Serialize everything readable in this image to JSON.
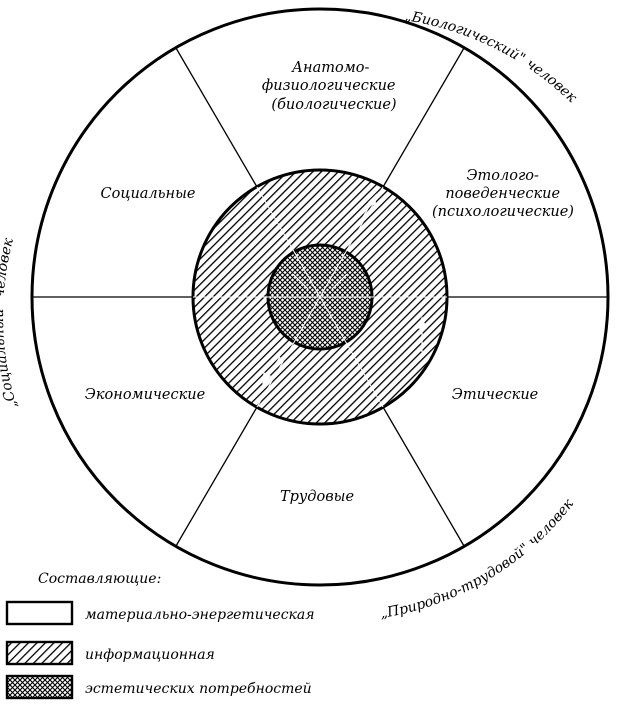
{
  "sectors": {
    "anatomical": [
      "Анатомо-",
      "физиологические",
      "(биологические)"
    ],
    "ethological": [
      "Этолого-",
      "поведенческие",
      "(психологические)"
    ],
    "ethical": [
      "Этические"
    ],
    "labor": [
      "Трудовые"
    ],
    "economic": [
      "Экономические"
    ],
    "social": [
      "Социальные"
    ]
  },
  "side_labels": {
    "biological": "„Биологический\" человек",
    "social": "„Социальный\" человек",
    "natural_labor": "„Природно-трудовой\" человек"
  },
  "legend": {
    "title": "Составляющие:",
    "items": [
      {
        "label": "материально-энергетическая",
        "fill": "plain"
      },
      {
        "label": "информационная",
        "fill": "hatch"
      },
      {
        "label": "эстетических потребностей",
        "fill": "crosshatch"
      }
    ]
  },
  "colors": {
    "ink": "#000000",
    "paper": "#ffffff"
  }
}
